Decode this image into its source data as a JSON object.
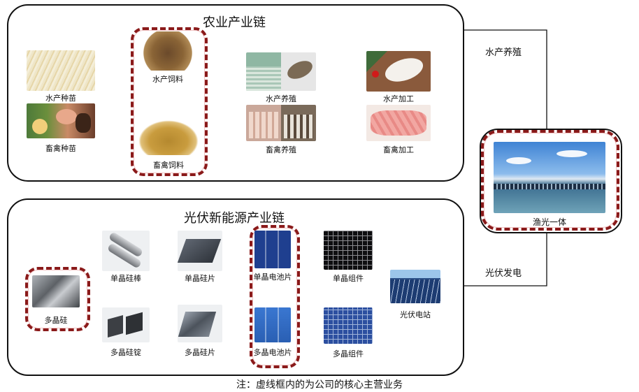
{
  "agri": {
    "title": "农业产业链",
    "aquatic_seed": "水产种苗",
    "livestock_seed": "畜禽种苗",
    "aquatic_feed": "水产饲料",
    "livestock_feed": "畜禽饲料",
    "aquaculture": "水产养殖",
    "livestock_farming": "畜禽养殖",
    "aquatic_processing": "水产加工",
    "livestock_processing": "畜禽加工"
  },
  "pv": {
    "title": "光伏新能源产业链",
    "polysilicon": "多晶硅",
    "mono_ingot": "单晶硅棒",
    "mono_wafer": "单晶硅片",
    "mono_cell": "单晶电池片",
    "mono_module": "单晶组件",
    "poly_ingot": "多晶硅锭",
    "poly_wafer": "多晶硅片",
    "poly_cell": "多晶电池片",
    "poly_module": "多晶组件",
    "pv_station": "光伏电站"
  },
  "fishery_pv": {
    "label": "渔光一体",
    "aquaculture_link": "水产养殖",
    "pv_link": "光伏发电"
  },
  "note": "注：虚线框内的为公司的核心主营业务",
  "colors": {
    "dash": "#8a1a1a",
    "line": "#111111"
  }
}
